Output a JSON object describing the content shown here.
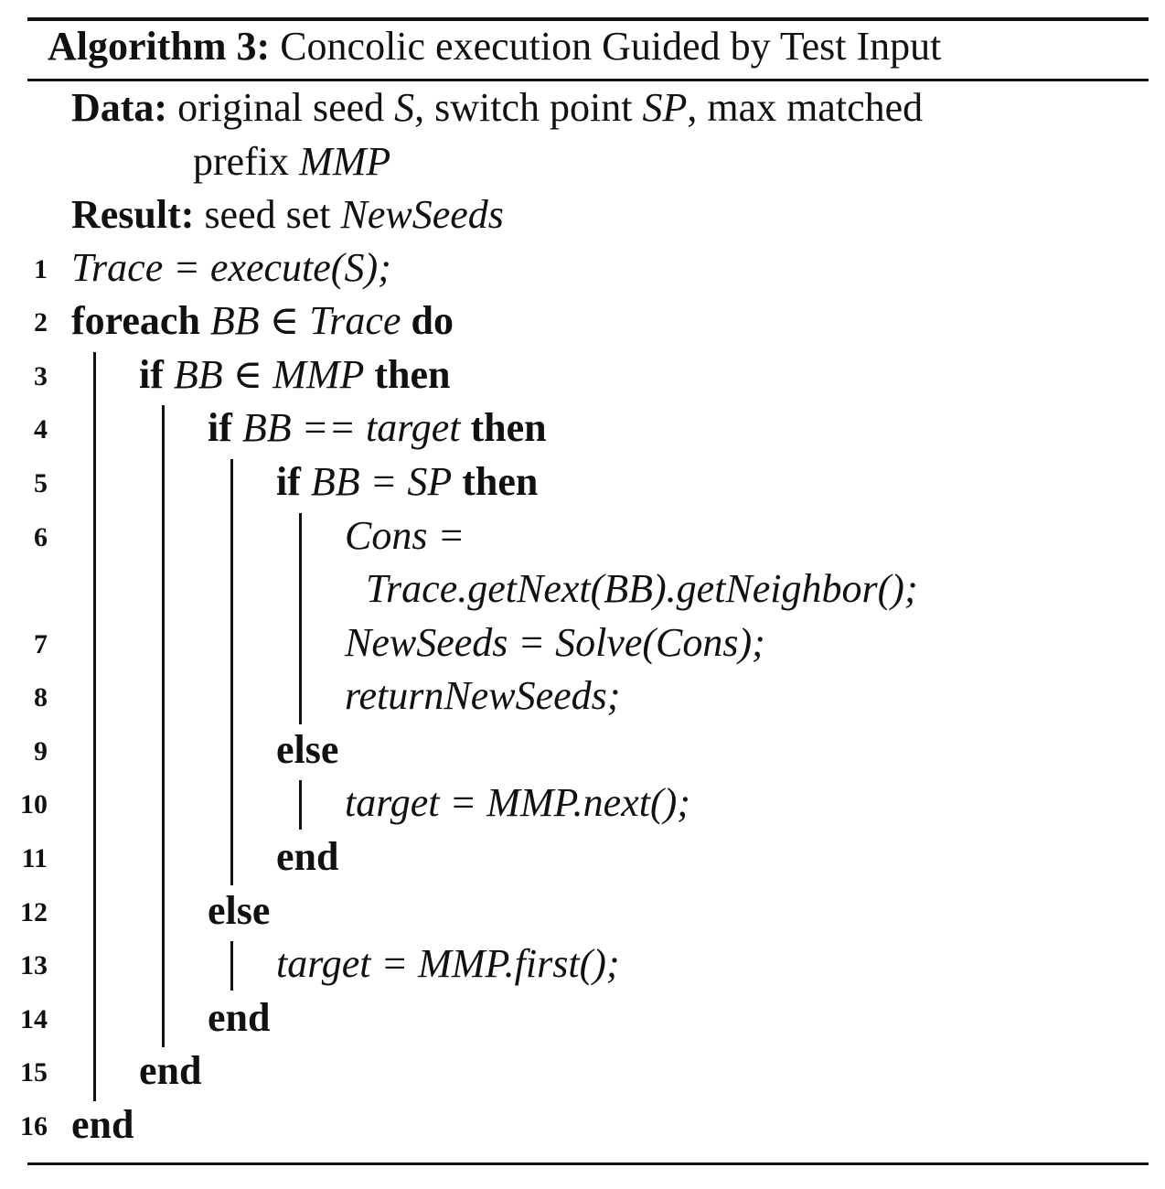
{
  "algorithm": {
    "label": "Algorithm 3:",
    "title": "Concolic execution Guided by Test Input"
  },
  "data_block": {
    "label": "Data:",
    "line1_pre": "original seed ",
    "S": "S",
    "line1_mid": ", switch point ",
    "SP": "SP",
    "line1_post": ", max matched",
    "line2_pre": "prefix ",
    "MMP": "MMP"
  },
  "result_block": {
    "label": "Result:",
    "text_pre": "seed set ",
    "var": "NewSeeds"
  },
  "lines": [
    {
      "num": "1",
      "content": "Trace = execute(S);"
    },
    {
      "num": "2",
      "kw1": "foreach",
      "expr": "BB ∈ Trace",
      "kw2": "do"
    },
    {
      "num": "3",
      "kw1": "if",
      "expr": "BB ∈ MMP",
      "kw2": "then"
    },
    {
      "num": "4",
      "kw1": "if",
      "expr": "BB == target",
      "kw2": "then"
    },
    {
      "num": "5",
      "kw1": "if",
      "expr": "BB = SP",
      "kw2": "then"
    },
    {
      "num": "6",
      "content": "Cons =",
      "content2": "Trace.getNext(BB).getNeighbor();"
    },
    {
      "num": "7",
      "content": "NewSeeds = Solve(Cons);"
    },
    {
      "num": "8",
      "content": "returnNewSeeds;"
    },
    {
      "num": "9",
      "kw1": "else"
    },
    {
      "num": "10",
      "content": "target = MMP.next();"
    },
    {
      "num": "11",
      "kw1": "end"
    },
    {
      "num": "12",
      "kw1": "else"
    },
    {
      "num": "13",
      "content": "target = MMP.first();"
    },
    {
      "num": "14",
      "kw1": "end"
    },
    {
      "num": "15",
      "kw1": "end"
    },
    {
      "num": "16",
      "kw1": "end"
    }
  ]
}
